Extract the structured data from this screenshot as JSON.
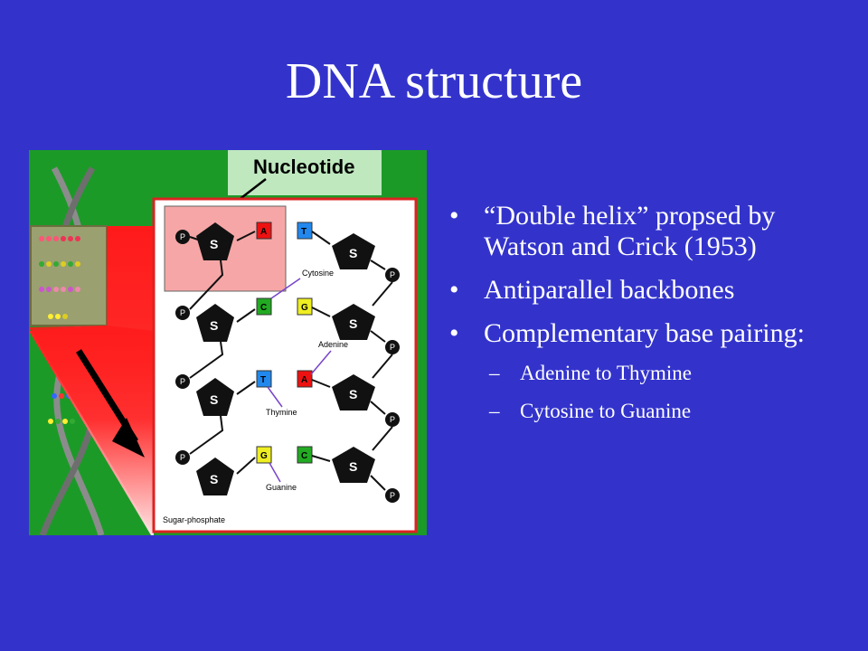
{
  "slide": {
    "title": "DNA structure"
  },
  "figure": {
    "header_label": "Nucleotide",
    "backbone_label": "Sugar-phosphate",
    "base_labels": [
      "Cytosine",
      "Adenine",
      "Thymine",
      "Guanine"
    ],
    "sugar_symbol": "S",
    "phosphate_symbol": "P",
    "left_bases": [
      "A",
      "C",
      "T",
      "G"
    ],
    "right_bases": [
      "T",
      "G",
      "A",
      "C"
    ],
    "colors": {
      "background_green": "#1c9a28",
      "arrow_red": "#ff1a1a",
      "adenine": "#ee1111",
      "thymine": "#2288ee",
      "cytosine": "#22aa22",
      "guanine": "#eeee22",
      "panel_border": "#dd2222"
    }
  },
  "bullets": {
    "item1": "“Double helix” propsed by Watson and Crick (1953)",
    "item2": "Antiparallel backbones",
    "item3": "Complementary base pairing:",
    "sub1": "Adenine to Thymine",
    "sub2": "Cytosine to Guanine"
  }
}
